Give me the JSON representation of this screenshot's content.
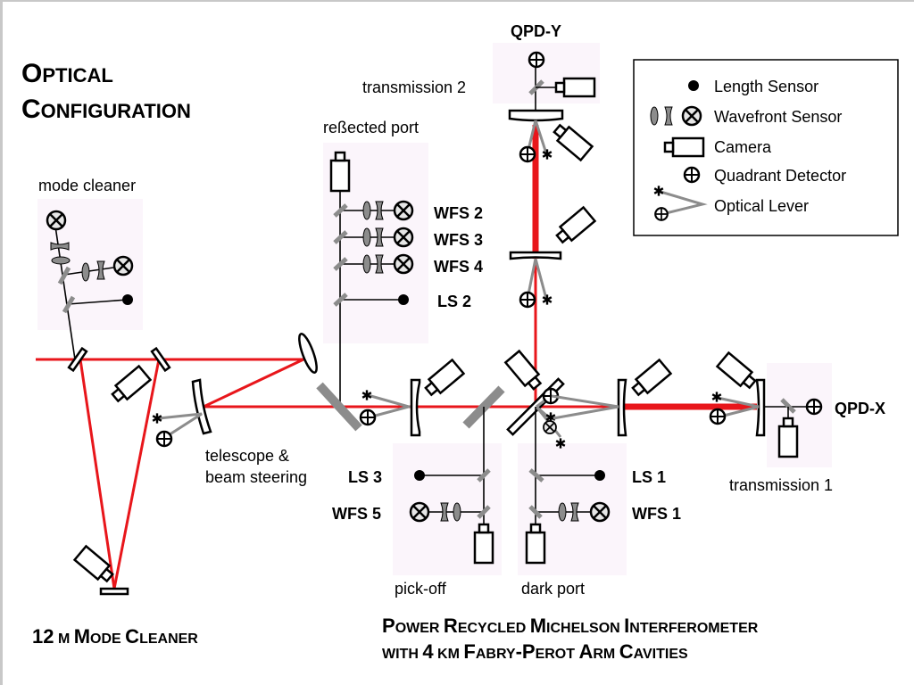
{
  "title": {
    "line1_big": "O",
    "line1_rest": "PTICAL",
    "line2_big": "C",
    "line2_rest": "ONFIGURATION"
  },
  "legend": {
    "items": [
      {
        "icon": "length-sensor-dot",
        "label": "Length Sensor"
      },
      {
        "icon": "wavefront-sensor",
        "label": "Wavefront Sensor"
      },
      {
        "icon": "camera",
        "label": "Camera"
      },
      {
        "icon": "quadrant-detector",
        "label": "Quadrant Detector"
      },
      {
        "icon": "optical-lever",
        "label": "Optical Lever"
      }
    ]
  },
  "labels": {
    "qpd_y": "QPD-Y",
    "qpd_x": "QPD-X",
    "transmission_2": "transmission 2",
    "transmission_1": "transmission 1",
    "reflected_port": "reßected port",
    "mode_cleaner": "mode cleaner",
    "telescope_1": "telescope &",
    "telescope_2": "beam steering",
    "pick_off": "pick-off",
    "dark_port": "dark port",
    "wfs2": "WFS 2",
    "wfs3": "WFS 3",
    "wfs4": "WFS 4",
    "ls2": "LS 2",
    "ls3": "LS 3",
    "wfs5": "WFS 5",
    "ls1": "LS 1",
    "wfs1": "WFS 1"
  },
  "captions": {
    "mode_cleaner": {
      "a": "12",
      "b": "M",
      "c": "M",
      "d": "ODE",
      "e": "C",
      "f": "LEANER"
    },
    "ifo_line1": [
      {
        "big": "P",
        "small": "OWER"
      },
      {
        "big": "R",
        "small": "ECYCLED"
      },
      {
        "big": "M",
        "small": "ICHELSON"
      },
      {
        "big": "I",
        "small": "NTERFEROMETER"
      }
    ],
    "ifo_line2": [
      {
        "big": "",
        "small": "WITH"
      },
      {
        "big": "4",
        "small": "KM"
      },
      {
        "big": "F",
        "small": "ABRY"
      },
      {
        "big": "-P",
        "small": "EROT"
      },
      {
        "big": "A",
        "small": "RM"
      },
      {
        "big": "C",
        "small": "AVITIES"
      }
    ]
  },
  "colors": {
    "beam": "#e8161b",
    "pickoff_mirror": "#8c8c8c",
    "shade": "#fbf5fb"
  }
}
